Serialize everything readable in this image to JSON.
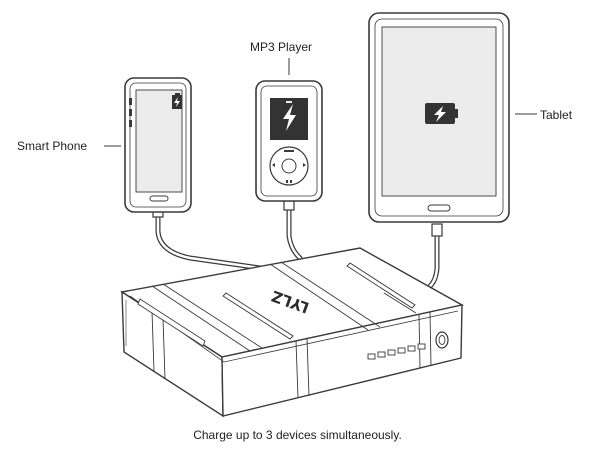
{
  "labels": {
    "smartphone": "Smart Phone",
    "mp3_player": "MP3 Player",
    "tablet": "Tablet"
  },
  "caption": "Charge up to 3 devices simultaneously.",
  "brand_logo": "LYLZ",
  "icons": {
    "phone_battery": "battery-charging-icon",
    "mp3_battery": "battery-charging-icon",
    "tablet_battery": "battery-charging-icon",
    "power_button": "power-button-icon"
  },
  "colors": {
    "stroke": "#3a3a3a",
    "screen_fill": "#ececec",
    "device_fill": "#ffffff",
    "dark_screen": "#333333"
  }
}
